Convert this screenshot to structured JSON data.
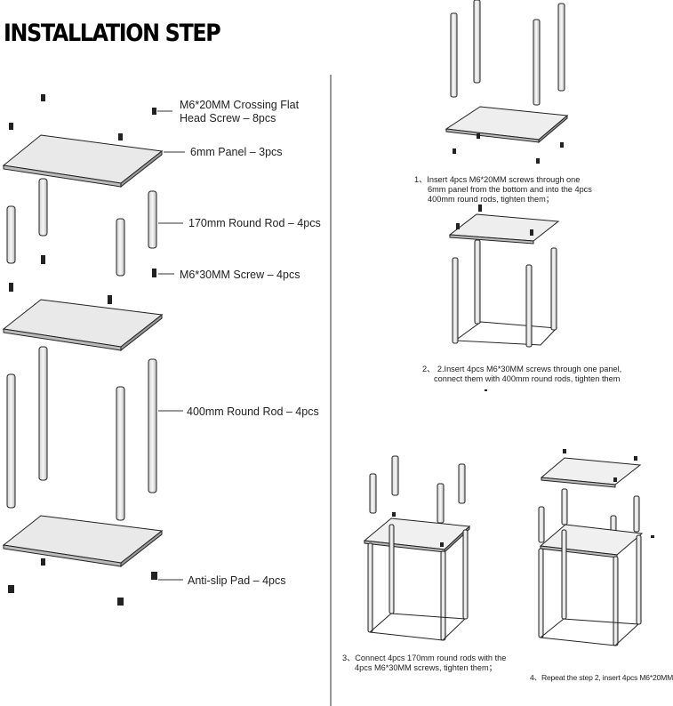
{
  "title": "INSTALLATION STEP",
  "parts": {
    "crossing_screw_line1": "M6*20MM Crossing Flat",
    "crossing_screw_line2": "Head Screw – 8pcs",
    "panel": "6mm Panel – 3pcs",
    "rod_170": "170mm Round Rod – 4pcs",
    "screw_m6_30": "M6*30MM Screw – 4pcs",
    "rod_400": "400mm Round Rod – 4pcs",
    "pad": "Anti-slip Pad – 4pcs"
  },
  "steps": {
    "s1_line1": "1、Insert 4pcs M6*20MM screws through one",
    "s1_line2": "6mm panel from the bottom and into the 4pcs",
    "s1_line3": "400mm round rods, tighten them；",
    "s2_line1": "2、 2.Insert 4pcs M6*30MM screws through one panel,",
    "s2_line2": "connect them with 400mm round rods, tighten them",
    "s3_line1": "3、Connect 4pcs 170mm round rods with the",
    "s3_line2": "4pcs M6*30MM screws, tighten them；",
    "s4_line1": "4、Repeat the step 2, insert 4pcs M6*20MM"
  }
}
